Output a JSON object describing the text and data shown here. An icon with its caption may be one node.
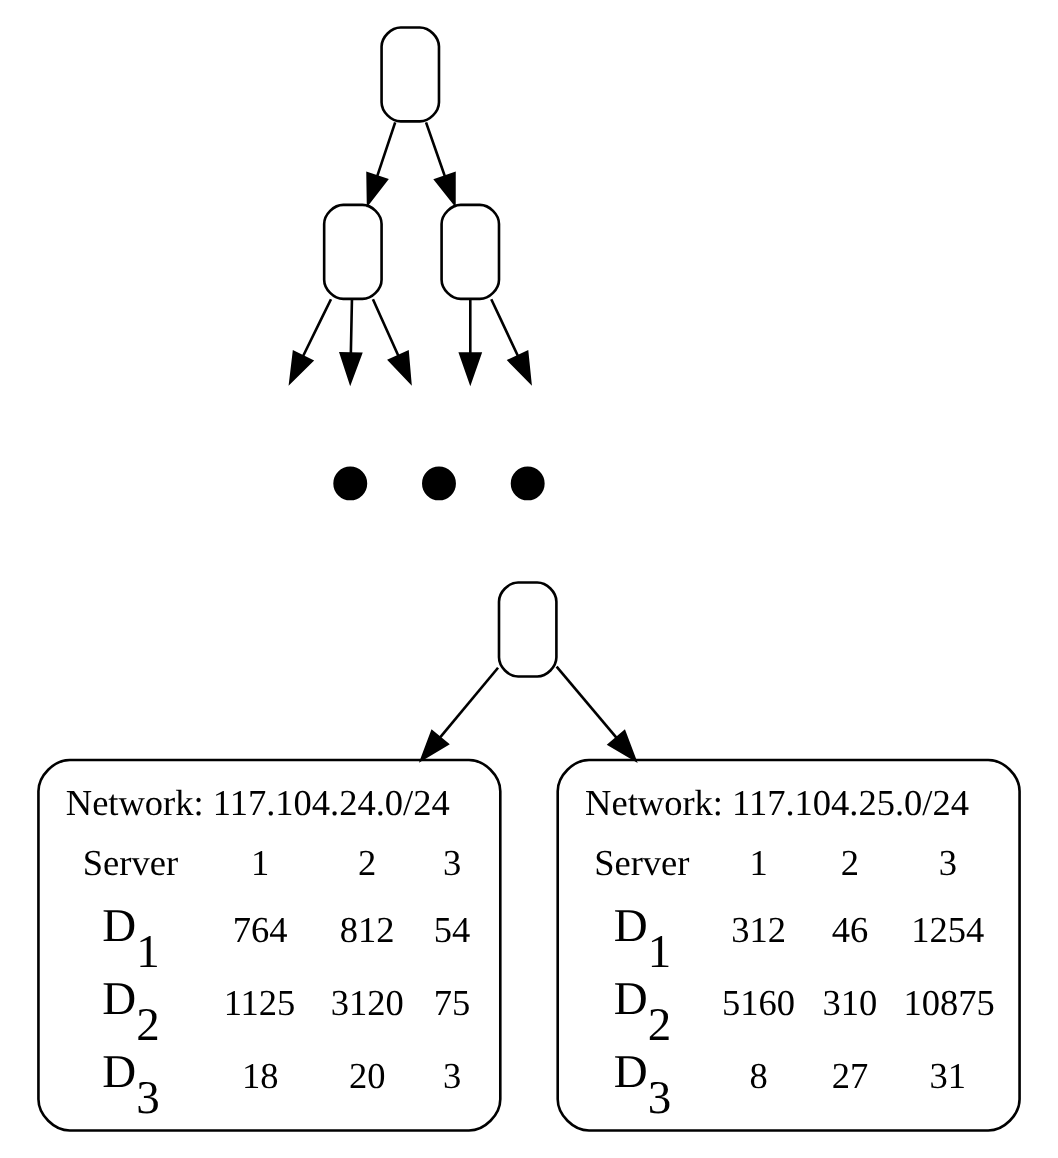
{
  "diagram": {
    "nodes": [
      {
        "text": [],
        "shape": "oval"
      },
      {
        "text": [],
        "shape": "oval"
      },
      {
        "text": [],
        "shape": "oval"
      },
      {
        "text": [],
        "shape": "circle"
      },
      {
        "text": [],
        "shape": "circle"
      },
      {
        "text": [],
        "shape": "circle"
      },
      {
        "text": [],
        "shape": "oval"
      },
      {
        "text": [
          "Network: 117.104.24.0/24",
          "Server",
          "1",
          "2",
          "3",
          "D$_{1}$",
          "764",
          "812",
          "54",
          "D$_{2}$",
          "1125",
          "3120",
          "75",
          "D$_{3}$",
          "18",
          "20",
          "3"
        ]
      },
      {
        "text": [
          "Network: 117.104.25.0/24",
          "Server",
          "1",
          "2",
          "3",
          "D$_{1}$",
          "312",
          "46",
          "1254",
          "D$_{2}$",
          "5160",
          "310",
          "10875",
          "D$_{3}$",
          "8",
          "27",
          "31"
        ]
      }
    ],
    "edges": [
      {
        "from": 0,
        "to": 1,
        "arrow": "to"
      },
      {
        "from": 0,
        "to": 2,
        "arrow": "to"
      },
      {
        "from": 1,
        "to": null,
        "arrow": "to"
      },
      {
        "from": 1,
        "to": null,
        "arrow": "to"
      },
      {
        "from": 1,
        "to": null,
        "arrow": "to"
      },
      {
        "from": 2,
        "to": null,
        "arrow": "to"
      },
      {
        "from": 2,
        "to": null,
        "arrow": "to"
      },
      {
        "from": 6,
        "to": 7,
        "arrow": "to"
      },
      {
        "from": 6,
        "to": 8,
        "arrow": "to"
      }
    ]
  }
}
